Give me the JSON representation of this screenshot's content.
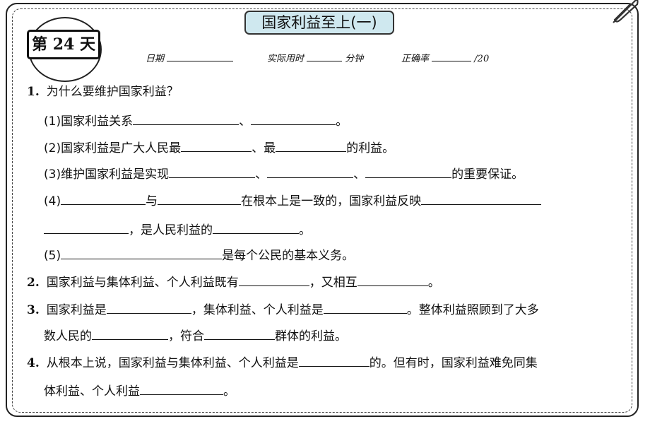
{
  "header": {
    "title": "国家利益至上(一)",
    "day_badge": "第 24 天",
    "date_label": "日期",
    "time_label": "实际用时",
    "time_unit": "分钟",
    "accuracy_label": "正确率",
    "accuracy_total": "/20"
  },
  "items": {
    "q1_num": "1.",
    "q1_text": "为什么要维护国家利益？",
    "q1_1a": "(1)国家利益关系",
    "q1_1b": "、",
    "q1_1c": "。",
    "q1_2a": "(2)国家利益是广大人民最",
    "q1_2b": "、最",
    "q1_2c": "的利益。",
    "q1_3a": "(3)维护国家利益是实现",
    "q1_3b": "、",
    "q1_3c": "、",
    "q1_3d": "的重要保证。",
    "q1_4a": "(4)",
    "q1_4b": "与",
    "q1_4c": "在根本上是一致的，国家利益反映",
    "q1_4d": "，是人民利益的",
    "q1_4e": "。",
    "q1_5a": "(5)",
    "q1_5b": "是每个公民的基本义务。",
    "q2_num": "2.",
    "q2_a": "国家利益与集体利益、个人利益既有",
    "q2_b": "，又相互",
    "q2_c": "。",
    "q3_num": "3.",
    "q3_a": "国家利益是",
    "q3_b": "，集体利益、个人利益是",
    "q3_c": "。整体利益照顾到了大多",
    "q3_d": "数人民的",
    "q3_e": "，符合",
    "q3_f": "群体的利益。",
    "q4_num": "4.",
    "q4_a": "从根本上说，国家利益与集体利益、个人利益是",
    "q4_b": "的。但有时，国家利益难免同集",
    "q4_c": "体利益、个人利益",
    "q4_d": "。"
  }
}
